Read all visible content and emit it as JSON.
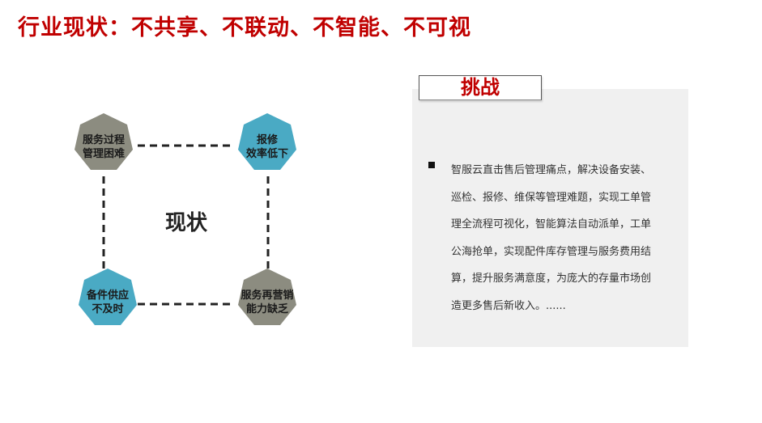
{
  "page": {
    "title": "行业现状：不共享、不联动、不智能、不可视"
  },
  "diagram": {
    "center_label": "现状",
    "nodes": [
      {
        "id": "top-left",
        "line1": "服务过程",
        "line2": "管理困难",
        "color": "#8c8c80"
      },
      {
        "id": "top-right",
        "line1": "报修",
        "line2": "效率低下",
        "color": "#4aaac4"
      },
      {
        "id": "bottom-left",
        "line1": "备件供应",
        "line2": "不及时",
        "color": "#4aaac4"
      },
      {
        "id": "bottom-right",
        "line1": "服务再营销",
        "line2": "能力缺乏",
        "color": "#8c8c80"
      }
    ]
  },
  "challenge": {
    "title": "挑战",
    "text": "智服云直击售后管理痛点，解决设备安装、巡检、报修、维保等管理难题，实现工单管理全流程可视化，智能算法自动派单，工单公海抢单，实现配件库存管理与服务费用结算，提升服务满意度，为庞大的存量市场创造更多售后新收入。......"
  },
  "colors": {
    "title_red": "#c00000",
    "gray_node": "#8c8c80",
    "blue_node": "#4aaac4",
    "panel_bg": "#f0f0f0"
  }
}
